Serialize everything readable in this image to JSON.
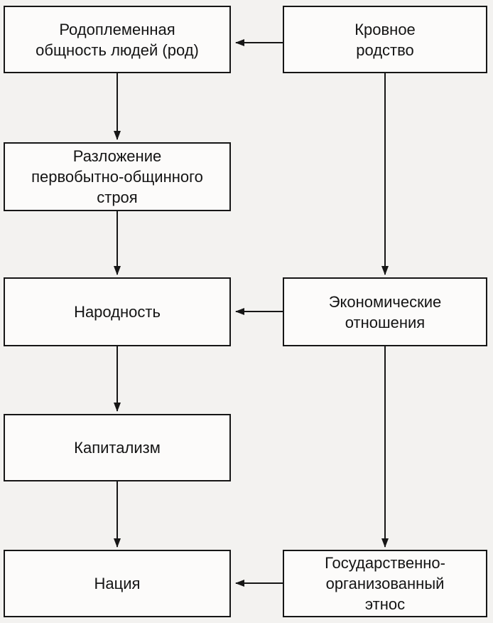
{
  "diagram": {
    "title": "",
    "nodes": [
      {
        "id": "tribal-community",
        "label": "Родоплеменная\nобщность людей (род)"
      },
      {
        "id": "blood-kinship",
        "label": "Кровное\nродство"
      },
      {
        "id": "decomposition-of-primitive-communal-system",
        "label": "Разложение\nпервобытно-общинного\nстроя"
      },
      {
        "id": "narodnost",
        "label": "Народность"
      },
      {
        "id": "economic-relations",
        "label": "Экономические\nотношения"
      },
      {
        "id": "capitalism",
        "label": "Капитализм"
      },
      {
        "id": "nation",
        "label": "Нация"
      },
      {
        "id": "state-organized-ethnos",
        "label": "Государственно-\nорганизованный\nэтнос"
      }
    ],
    "edges": [
      {
        "from": "blood-kinship",
        "to": "tribal-community"
      },
      {
        "from": "tribal-community",
        "to": "decomposition-of-primitive-communal-system"
      },
      {
        "from": "decomposition-of-primitive-communal-system",
        "to": "narodnost"
      },
      {
        "from": "blood-kinship",
        "to": "economic-relations"
      },
      {
        "from": "economic-relations",
        "to": "narodnost"
      },
      {
        "from": "narodnost",
        "to": "capitalism"
      },
      {
        "from": "capitalism",
        "to": "nation"
      },
      {
        "from": "economic-relations",
        "to": "state-organized-ethnos"
      },
      {
        "from": "state-organized-ethnos",
        "to": "nation"
      }
    ]
  },
  "colors": {
    "background": "#f3f2f0",
    "box_fill": "#fcfbfa",
    "line": "#161616",
    "text": "#141414"
  }
}
